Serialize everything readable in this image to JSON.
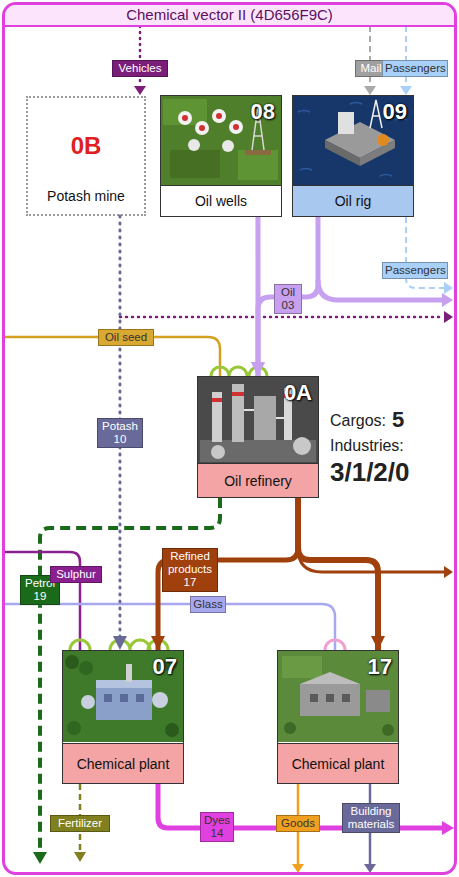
{
  "diagram": {
    "nodes": [
      {
        "text": [
          "Chemical vector II (4D656F9C)"
        ]
      },
      {
        "text": [
          "0B",
          "Potash mine"
        ],
        "in": 0
      },
      {
        "text": [
          "08",
          "Oil wells"
        ],
        "in": 0
      },
      {
        "text": [
          "09",
          "Oil rig"
        ],
        "in": 0
      },
      {
        "text": [
          "0A",
          "Oil refinery"
        ],
        "in": 0
      },
      {
        "text": [
          "07",
          "Chemical plant"
        ],
        "in": 0
      },
      {
        "text": [
          "17",
          "Chemical plant"
        ],
        "in": 0
      }
    ],
    "edges": [
      {
        "from": 2,
        "to": 4,
        "arrow": "to",
        "label": "Oil 03"
      },
      {
        "from": 3,
        "to": 4,
        "arrow": "to"
      },
      {
        "from": 1,
        "to": 5,
        "arrow": "to",
        "label": "Potash 10"
      },
      {
        "from": 4,
        "to": 5,
        "arrow": "to",
        "label": "Refined products 17"
      },
      {
        "from": 4,
        "to": 6,
        "arrow": "to"
      }
    ],
    "labels": [
      "Vehicles",
      "Mail",
      "Passengers",
      "Passengers",
      "Oil seed",
      "Cargos:",
      "5",
      "Industries:",
      "3/1/2/0",
      "Petrol 19",
      "Sulphur",
      "Glass",
      "Fertilizer",
      "Dyes 14",
      "Goods",
      "Building materials"
    ]
  }
}
